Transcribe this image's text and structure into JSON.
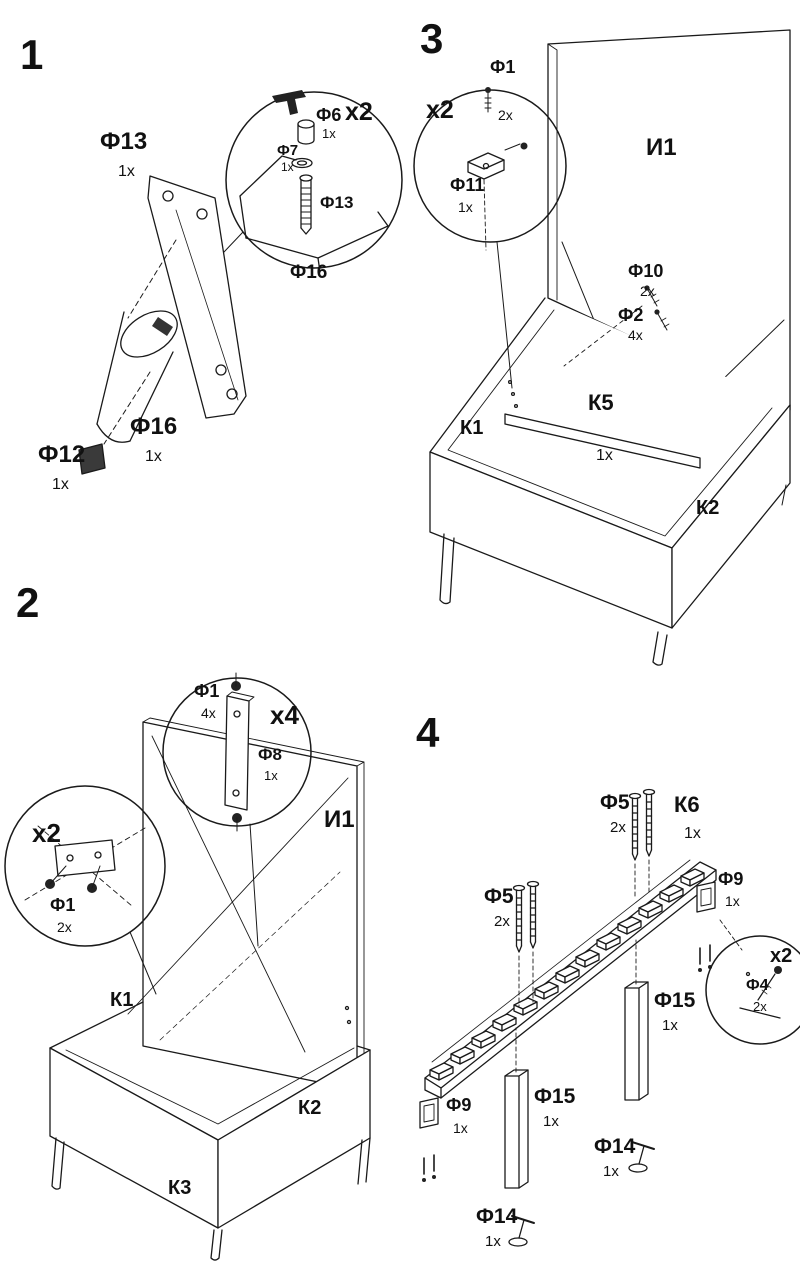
{
  "page": {
    "background": "#ffffff",
    "line_color": "#1a1a1a",
    "solid_part_color": "#222222"
  },
  "steps": {
    "step1": {
      "number": "1",
      "parts": {
        "f13": {
          "name": "Ф13",
          "qty": "1x"
        },
        "f16": {
          "name": "Ф16",
          "qty": "1x"
        },
        "f12": {
          "name": "Ф12",
          "qty": "1x"
        }
      },
      "detail": {
        "multiplier": "x2",
        "f6": {
          "name": "Ф6",
          "qty": "1x"
        },
        "f7": {
          "name": "Ф7",
          "qty": "1x"
        },
        "f13": {
          "name": "Ф13"
        },
        "f16": {
          "name": "Ф16"
        }
      }
    },
    "step2": {
      "number": "2",
      "parts": {
        "i1": {
          "name": "И1"
        },
        "k1": {
          "name": "К1"
        },
        "k2": {
          "name": "К2"
        },
        "k3": {
          "name": "К3"
        }
      },
      "detail_corner": {
        "multiplier": "x2",
        "f1": {
          "name": "Ф1",
          "qty": "2x"
        }
      },
      "detail_bracket": {
        "multiplier": "x4",
        "f1": {
          "name": "Ф1",
          "qty": "4x"
        },
        "f8": {
          "name": "Ф8",
          "qty": "1x"
        }
      }
    },
    "step3": {
      "number": "3",
      "parts": {
        "i1": {
          "name": "И1"
        },
        "f10": {
          "name": "Ф10",
          "qty": "2x"
        },
        "f2": {
          "name": "Ф2",
          "qty": "4x"
        },
        "k5": {
          "name": "К5",
          "qty": "1x"
        },
        "k1": {
          "name": "К1"
        },
        "k2": {
          "name": "К2"
        }
      },
      "detail": {
        "multiplier": "x2",
        "f1": {
          "name": "Ф1",
          "qty": "2x"
        },
        "f11": {
          "name": "Ф11",
          "qty": "1x"
        }
      }
    },
    "step4": {
      "number": "4",
      "parts": {
        "f5_top": {
          "name": "Ф5",
          "qty": "2x"
        },
        "k6": {
          "name": "К6",
          "qty": "1x"
        },
        "f5_left": {
          "name": "Ф5",
          "qty": "2x"
        },
        "f9_right": {
          "name": "Ф9",
          "qty": "1x"
        },
        "f9_left": {
          "name": "Ф9",
          "qty": "1x"
        },
        "f15_right": {
          "name": "Ф15",
          "qty": "1x"
        },
        "f15_left": {
          "name": "Ф15",
          "qty": "1x"
        },
        "f14_right": {
          "name": "Ф14",
          "qty": "1x"
        },
        "f14_left": {
          "name": "Ф14",
          "qty": "1x"
        }
      },
      "detail": {
        "multiplier": "x2",
        "f4": {
          "name": "Ф4",
          "qty": "2x"
        }
      }
    }
  }
}
